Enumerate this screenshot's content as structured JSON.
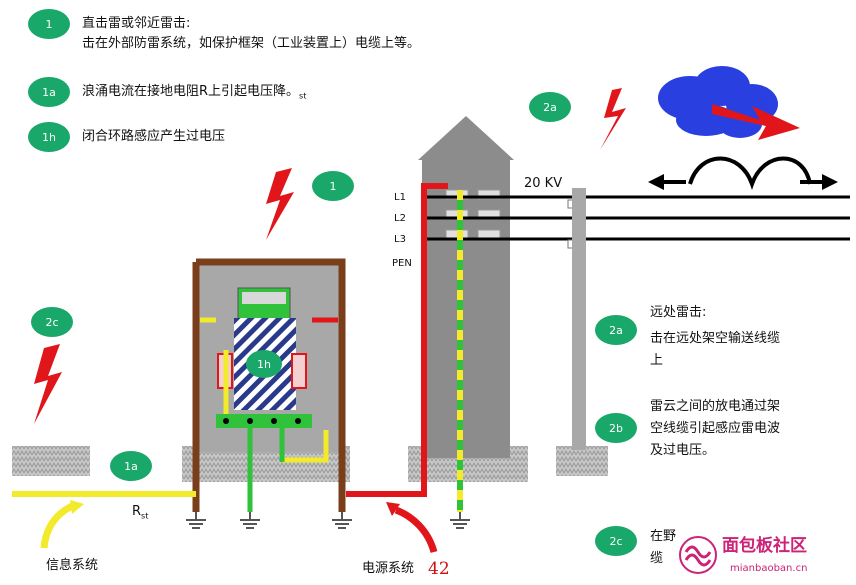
{
  "badges": {
    "b1": "1",
    "b1a": "1a",
    "b1h": "1h",
    "b2a": "2a",
    "b2b": "2b",
    "b2c": "2c"
  },
  "legend": {
    "direct_title": "直击雷或邻近雷击:",
    "direct_desc": "击在外部防雷系统，如保护框架（工业装置上）电缆上等。",
    "surge": "浪涌电流在接地电阻R上引起电压降。",
    "surge_sub": "st",
    "loop": "闭合环路感应产生过电压",
    "remote_title": "远处雷击:",
    "remote_desc_1": "击在远处架空输送线缆",
    "remote_desc_2": "上",
    "cloud_1": "雷云之间的放电通过架",
    "cloud_2": "空线缆引起感应雷电波",
    "cloud_3": "及过电压。",
    "field_1": "在野",
    "field_2": "缆"
  },
  "diagram": {
    "voltage": "20 KV",
    "lines": [
      "L1",
      "L2",
      "L3",
      "PEN"
    ],
    "rst_main": "R",
    "rst_sub": "st",
    "info_system": "信息系统",
    "power_system": "电源系统",
    "page_number": "42"
  },
  "watermark": {
    "text": "面包板社区",
    "url": "mianbaoban.cn"
  },
  "colors": {
    "badge": "#1aa86a",
    "frame": "#7a3f1a",
    "building": "#8a8a8a",
    "power_red": "#e0161b",
    "ground_yellow": "#f2ea2a",
    "ground_green": "#2fc23a",
    "lightning": "#e0161b",
    "cloud": "#2a3fe0"
  }
}
